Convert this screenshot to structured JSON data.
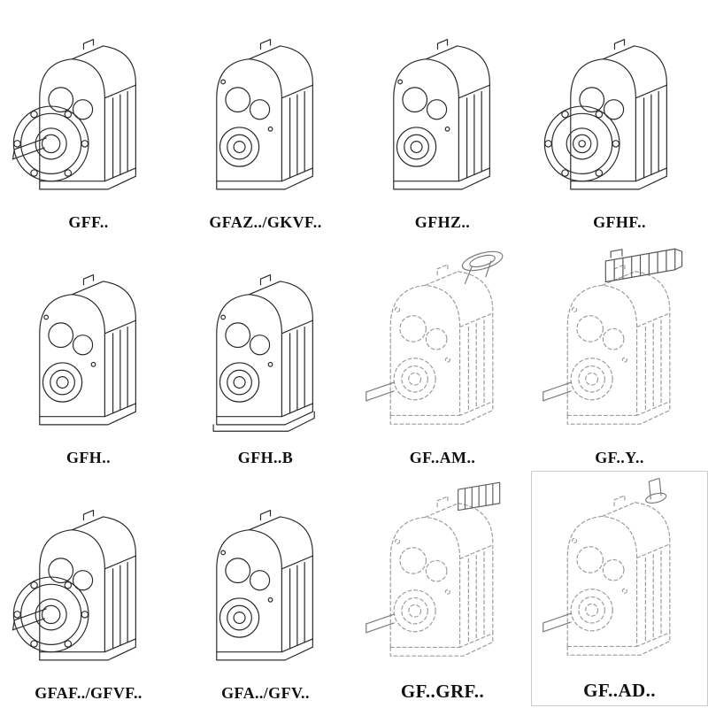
{
  "catalog": {
    "colors": {
      "solid_line": "#2b2b2b",
      "dashed_line": "#9b9b9b",
      "attachment_line": "#555555",
      "label_text": "#101010",
      "background": "#ffffff"
    },
    "items": [
      {
        "label": "GFF..",
        "variant": "gearbox-flange-with-shaft",
        "symbol": "#sym-flange-shaft"
      },
      {
        "label": "GFAZ../GKVF..",
        "variant": "gearbox-hollow-bore",
        "symbol": "#sym-plain"
      },
      {
        "label": "GFHZ..",
        "variant": "gearbox-hollow-bore",
        "symbol": "#sym-plain"
      },
      {
        "label": "GFHF..",
        "variant": "gearbox-flange",
        "symbol": "#sym-flange"
      },
      {
        "label": "GFH..",
        "variant": "gearbox-hollow-bore",
        "symbol": "#sym-plain"
      },
      {
        "label": "GFH..B",
        "variant": "gearbox-hollow-bore-foot",
        "symbol": "#sym-plain-foot"
      },
      {
        "label": "GF..AM..",
        "variant": "gearbox-iec-adapter-ghost",
        "symbol": "#sym-dashed-am"
      },
      {
        "label": "GF..Y..",
        "variant": "gearbox-motor-ghost",
        "symbol": "#sym-dashed-motor"
      },
      {
        "label": "GFAF../GFVF..",
        "variant": "gearbox-flange-with-shaft",
        "symbol": "#sym-flange-shaft"
      },
      {
        "label": "GFA../GFV..",
        "variant": "gearbox-hollow-bore",
        "symbol": "#sym-plain"
      },
      {
        "label": "GF..GRF..",
        "variant": "gearbox-primary-unit-ghost",
        "symbol": "#sym-dashed-grf"
      },
      {
        "label": "GF..AD..",
        "variant": "gearbox-input-shaft-ghost",
        "symbol": "#sym-dashed-ad"
      }
    ]
  }
}
